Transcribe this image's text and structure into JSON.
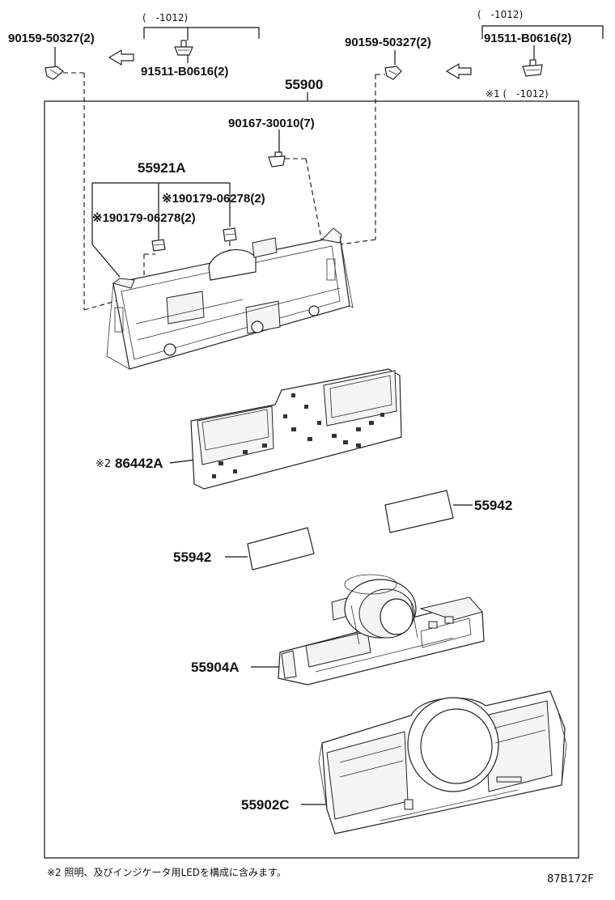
{
  "labels": {
    "bolt_left": "90159-50327(2)",
    "date_left": "(　-1012)",
    "screw_left": "91511-B0616(2)",
    "bolt_right": "90159-50327(2)",
    "date_right": "(　-1012)",
    "screw_right": "91511-B0616(2)",
    "assembly": "55900",
    "note1_date": "※1 (　-1012)",
    "screw_bracket": "90167-30010(7)",
    "bracket": "55921A",
    "screw_mid_a": "※190179-06278(2)",
    "screw_mid_b": "※190179-06278(2)",
    "pcb": "86442A",
    "pcb_mark": "※2",
    "lens_right": "55942",
    "lens_left": "55942",
    "control": "55904A",
    "panel": "55902C"
  },
  "footer": {
    "note": "※2 照明、及びインジケータ用LEDを構成に含みます。",
    "code": "87B172F"
  }
}
